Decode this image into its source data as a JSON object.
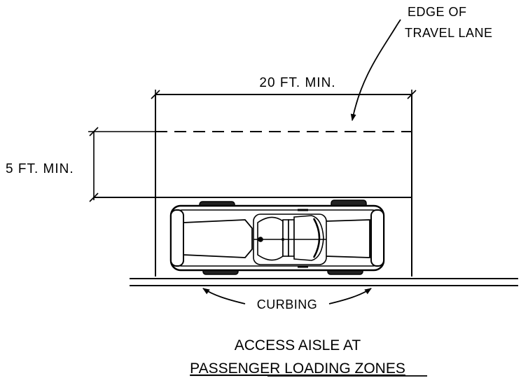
{
  "dimensions": {
    "length_label": "20 FT. MIN.",
    "width_label": "5 FT. MIN."
  },
  "edge_note": {
    "line1": "EDGE OF",
    "line2": "TRAVEL LANE"
  },
  "curbing_label": "CURBING",
  "caption": {
    "line1": "ACCESS AISLE AT",
    "line2": "PASSENGER LOADING ZONES"
  }
}
